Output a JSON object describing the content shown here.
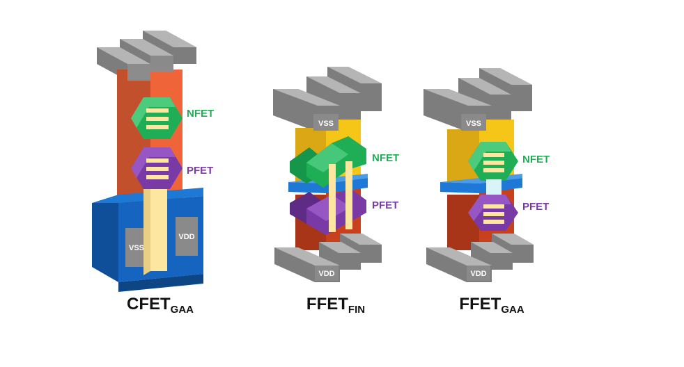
{
  "diagrams": [
    {
      "caption_main": "CFET",
      "caption_sub": "GAA",
      "nfet_label": "NFET",
      "pfet_label": "PFET",
      "rail_left_label": "VSS",
      "rail_right_label": "VDD"
    },
    {
      "caption_main": "FFET",
      "caption_sub": "FIN",
      "nfet_label": "NFET",
      "pfet_label": "PFET",
      "top_rail_label": "VSS",
      "bottom_rail_label": "VDD"
    },
    {
      "caption_main": "FFET",
      "caption_sub": "GAA",
      "nfet_label": "NFET",
      "pfet_label": "PFET",
      "top_rail_label": "VSS",
      "bottom_rail_label": "VDD"
    }
  ],
  "colors": {
    "nfet": "#1fae55",
    "pfet": "#7a3aa6",
    "gate_orange": "#f0643a",
    "gate_yellow": "#f5c518",
    "gate_red": "#c8401e",
    "rail_gray": "#9a9a9a",
    "substrate_blue": "#1565c0",
    "isolation_blue": "#2196f3"
  }
}
